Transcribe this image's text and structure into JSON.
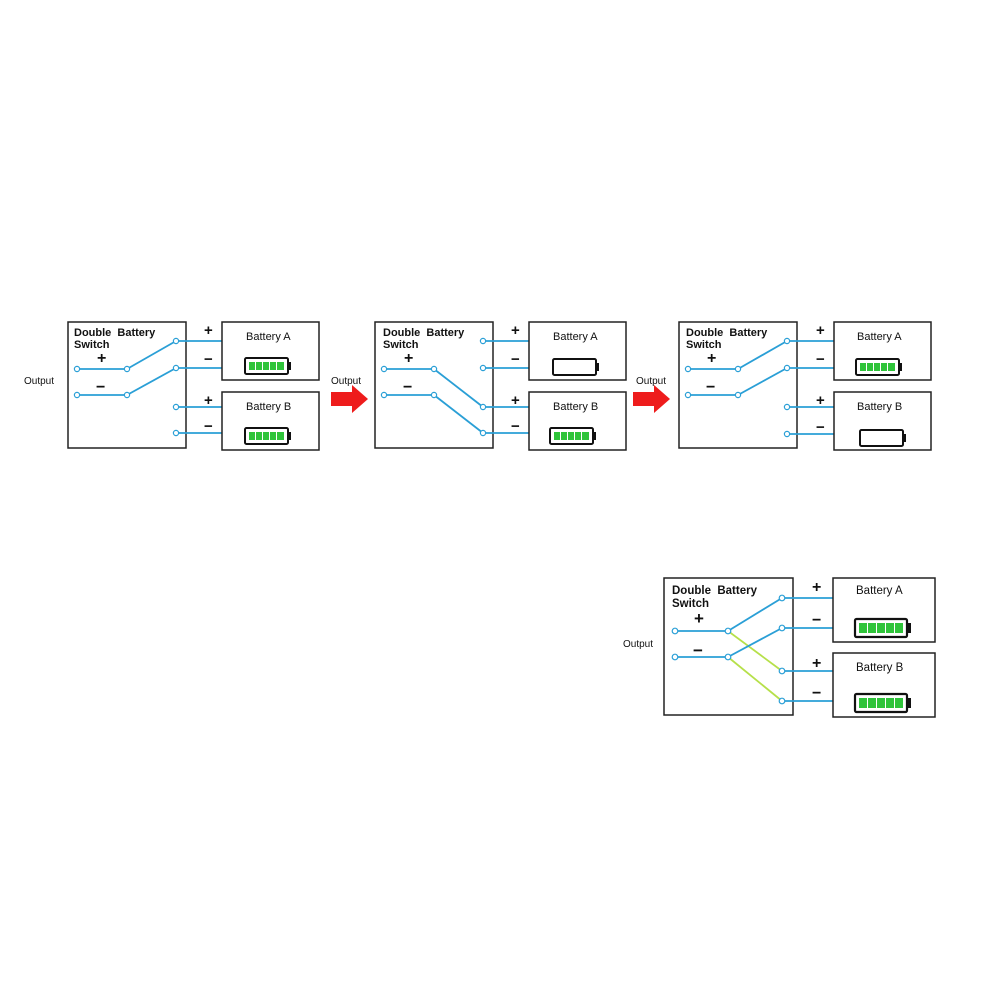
{
  "colors": {
    "wire": "#2a9fd6",
    "bridge": "#b6e04a",
    "cell_full": "#2fc43a",
    "arrow": "#ee1c1c",
    "box_stroke": "#222222"
  },
  "diagrams": [
    {
      "switch_label_line1": "Double  Battery",
      "switch_label_line2": "Switch",
      "output_label": "Output",
      "plus_symbol": "+",
      "minus_symbol": "−",
      "battery_a": {
        "name": "Battery A",
        "charged": true
      },
      "battery_b": {
        "name": "Battery B",
        "charged": true
      },
      "mode": "A"
    },
    {
      "switch_label_line1": "Double  Battery",
      "switch_label_line2": "Switch",
      "output_label": "Output",
      "plus_symbol": "+",
      "minus_symbol": "−",
      "battery_a": {
        "name": "Battery A",
        "charged": false
      },
      "battery_b": {
        "name": "Battery B",
        "charged": true
      },
      "mode": "B"
    },
    {
      "switch_label_line1": "Double  Battery",
      "switch_label_line2": "Switch",
      "output_label": "Output",
      "plus_symbol": "+",
      "minus_symbol": "−",
      "battery_a": {
        "name": "Battery A",
        "charged": true
      },
      "battery_b": {
        "name": "Battery B",
        "charged": false
      },
      "mode": "A"
    },
    {
      "switch_label_line1": "Double  Battery",
      "switch_label_line2": "Switch",
      "output_label": "Output",
      "plus_symbol": "+",
      "minus_symbol": "−",
      "battery_a": {
        "name": "Battery A",
        "charged": true
      },
      "battery_b": {
        "name": "Battery B",
        "charged": true
      },
      "mode": "both"
    }
  ]
}
